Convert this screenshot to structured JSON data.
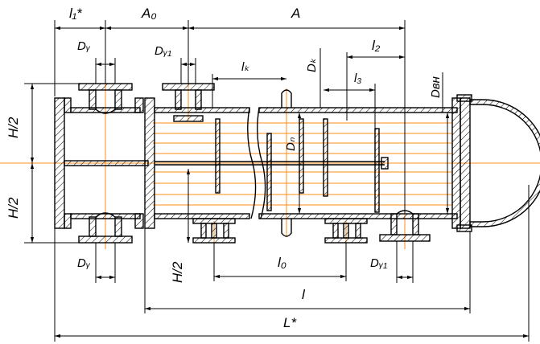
{
  "drawing": {
    "labels": {
      "l1": "l₁*",
      "A0": "A₀",
      "A": "A",
      "l2": "l₂",
      "Dy_top": "Dᵧ",
      "Dy1_top": "Dᵧ₁",
      "lk": "lₖ",
      "Dk": "Dₖ",
      "l3": "l₃",
      "Dvn": "Dвн",
      "Dn": "Dₙ",
      "H2_top": "H/2",
      "H2_bottom": "H/2",
      "H2_mid": "H/2",
      "Dy_bottom": "Dᵧ",
      "Dy1_bottom": "Dᵧ₁",
      "l0": "l₀",
      "l": "l",
      "Lstar": "L*"
    },
    "colors": {
      "line": "#000000",
      "axis": "#ff8c1a",
      "hatch": "#000000"
    }
  }
}
